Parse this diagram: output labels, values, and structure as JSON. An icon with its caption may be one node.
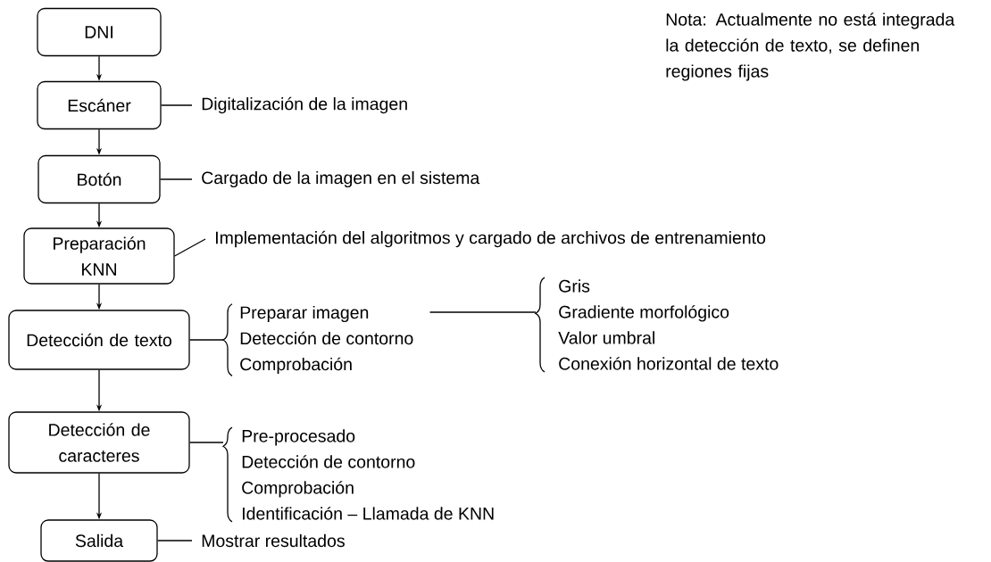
{
  "diagram": {
    "nodes": [
      {
        "text": [
          "DNI"
        ]
      },
      {
        "text": [
          "Escáner"
        ]
      },
      {
        "text": [
          "Botón"
        ]
      },
      {
        "text": [
          "Preparación KNN"
        ]
      },
      {
        "text": [
          "Detección de texto"
        ]
      },
      {
        "text": [
          "Detección de caracteres"
        ]
      },
      {
        "text": [
          "Salida"
        ]
      },
      {
        "text": [
          "Digitalización de la imagen"
        ]
      },
      {
        "text": [
          "Cargado de la imagen en el sistema"
        ]
      },
      {
        "text": [
          "Implementación del algoritmos y cargado de archivos de entrenamiento"
        ]
      },
      {
        "text": [
          "Preparar imagen",
          "Detección de contorno",
          "Comprobación"
        ]
      },
      {
        "text": [
          "Gris",
          "Gradiente morfológico",
          "Valor umbral",
          "Conexión horizontal de texto"
        ]
      },
      {
        "text": [
          "Pre-procesado",
          "Detección de contorno",
          "Comprobación",
          "Identificación – Llamada de KNN"
        ]
      },
      {
        "text": [
          "Mostrar resultados"
        ]
      }
    ],
    "edges": [
      {
        "from": 0,
        "to": 1,
        "arrow": "to"
      },
      {
        "from": 1,
        "to": 2,
        "arrow": "to"
      },
      {
        "from": 2,
        "to": 3,
        "arrow": "to"
      },
      {
        "from": 3,
        "to": 4,
        "arrow": "to"
      },
      {
        "from": 4,
        "to": 5,
        "arrow": "to"
      },
      {
        "from": 5,
        "to": 6,
        "arrow": "to"
      },
      {
        "from": 1,
        "to": 7,
        "arrow": "none"
      },
      {
        "from": 2,
        "to": 8,
        "arrow": "none"
      },
      {
        "from": 3,
        "to": 9,
        "arrow": "none"
      },
      {
        "from": 4,
        "to": 10,
        "arrow": "none"
      },
      {
        "from": 10,
        "to": 11,
        "arrow": "none"
      },
      {
        "from": 5,
        "to": 12,
        "arrow": "none"
      },
      {
        "from": 6,
        "to": 13,
        "arrow": "none"
      }
    ],
    "labels": [
      "Nota: Actualmente no está integrada la detección de texto, se definen regiones fijas"
    ]
  }
}
